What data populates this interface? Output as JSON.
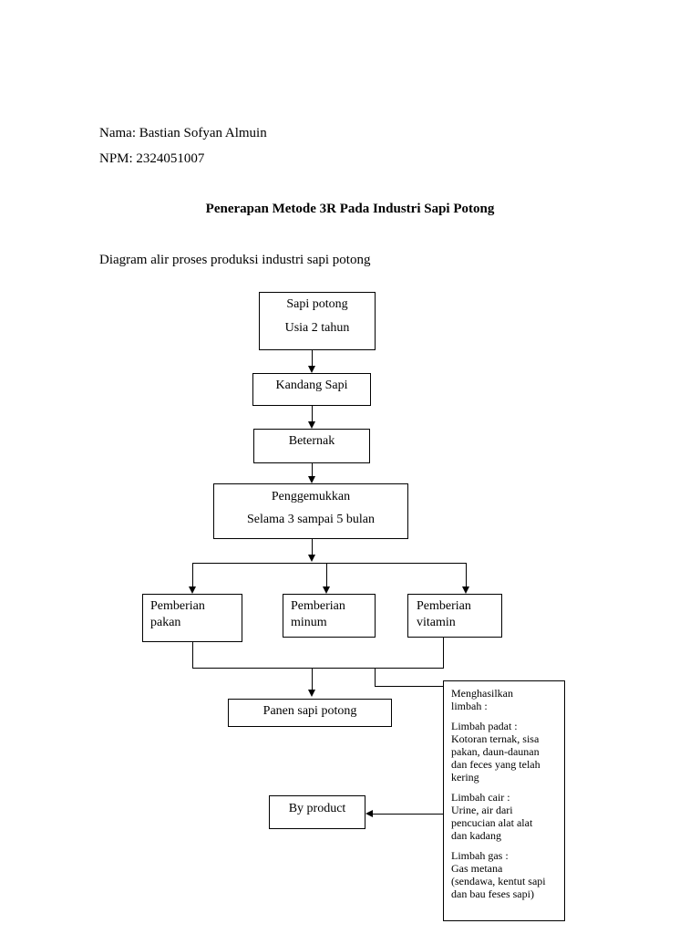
{
  "header": {
    "name_line": "Nama: Bastian Sofyan Almuin",
    "npm_line": "NPM: 2324051007"
  },
  "title": "Penerapan Metode 3R Pada Industri Sapi Potong",
  "diagram_caption": "Diagram alir proses produksi industri sapi potong",
  "flow": {
    "sapi_potong": {
      "line1": "Sapi potong",
      "line2": "Usia 2 tahun"
    },
    "kandang": "Kandang Sapi",
    "beternak": "Beternak",
    "penggemukkan": {
      "line1": "Penggemukkan",
      "line2": "Selama 3  sampai 5 bulan"
    },
    "pakan": {
      "line1": "Pemberian",
      "line2": "pakan"
    },
    "minum": {
      "line1": "Pemberian",
      "line2": "minum"
    },
    "vitamin": {
      "line1": "Pemberian",
      "line2": "vitamin"
    },
    "panen": "Panen sapi potong",
    "by_product": "By product"
  },
  "waste": {
    "intro": "Menghasilkan\nlimbah :",
    "padat": "Limbah padat :\nKotoran ternak, sisa\npakan, daun-daunan\ndan feces yang telah\nkering",
    "cair": "Limbah cair :\nUrine, air dari\npencucian alat alat\ndan kadang",
    "gas": "Limbah gas :\nGas metana\n(sendawa, kentut sapi\ndan  bau feses sapi)"
  }
}
